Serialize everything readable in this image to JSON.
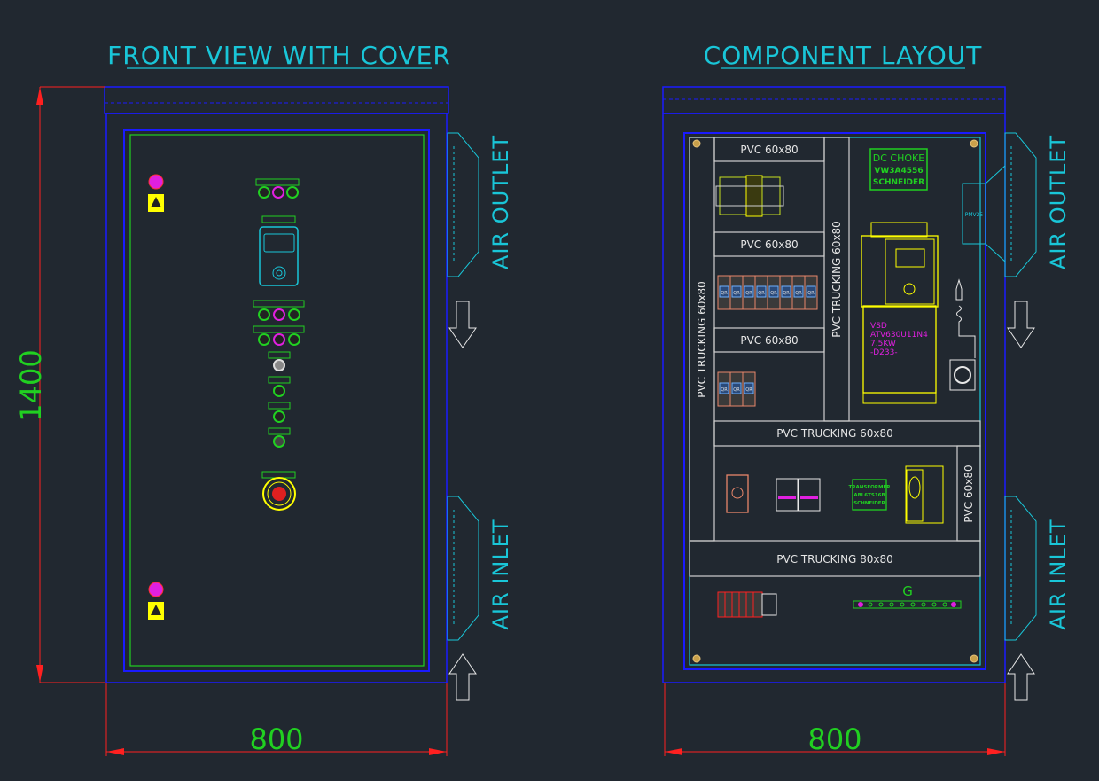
{
  "front_view": {
    "title": "FRONT VIEW WITH COVER",
    "height_dim": "1400",
    "width_dim": "800",
    "air_outlet": "AIR OUTLET",
    "air_inlet": "AIR INLET"
  },
  "component_layout": {
    "title": "COMPONENT LAYOUT",
    "width_dim": "800",
    "air_outlet": "AIR OUTLET",
    "air_inlet": "AIR INLET",
    "troughs": {
      "top": "PVC  60x80",
      "mid": "PVC  60x80",
      "lower": "PVC  60x80",
      "left_vertical": "PVC  TRUCKING  60x80",
      "center_vertical": "PVC  TRUCKING  60x80",
      "horizontal_main": "PVC  TRUCKING  60x80",
      "right_short": "PVC  60x80",
      "bottom": "PVC  TRUCKING  80x80"
    },
    "dc_choke": {
      "line1": "DC CHOKE",
      "line2": "VW3A4556",
      "line3": "SCHNEIDER"
    },
    "vsd": {
      "line1": "VSD",
      "line2": "ATV630U11N4",
      "line3": "7.5KW",
      "line4": "-D233-"
    },
    "fan_label": "PMV25",
    "transformer": {
      "line1": "TRANSFORMER",
      "line2": "ABL6TS16B",
      "line3": "SCHNEIDER"
    },
    "ground_bar_label": "G",
    "breaker_label": "QR"
  },
  "colors": {
    "background": "#212830",
    "title": "#19c6d8",
    "dimension_line": "#ff2020",
    "dimension_text": "#21d021",
    "enclosure": "#1a1aff",
    "component": "#ffff00",
    "annotation": "#e020e0"
  }
}
